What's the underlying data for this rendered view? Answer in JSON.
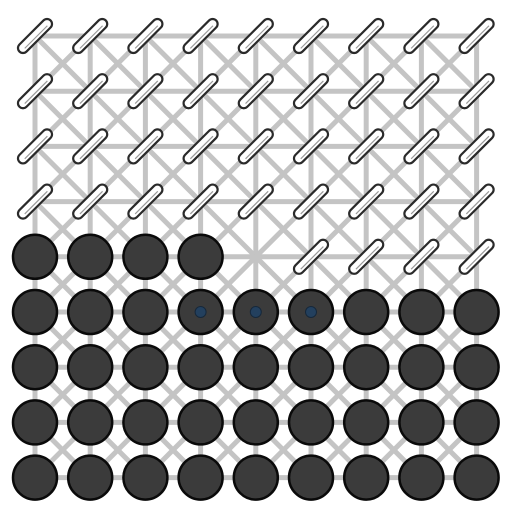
{
  "lattice": {
    "rows": 9,
    "cols": 9,
    "cell_kind": [
      [
        "rod",
        "rod",
        "rod",
        "rod",
        "rod",
        "rod",
        "rod",
        "rod",
        "rod"
      ],
      [
        "rod",
        "rod",
        "rod",
        "rod",
        "rod",
        "rod",
        "rod",
        "rod",
        "rod"
      ],
      [
        "rod",
        "rod",
        "rod",
        "rod",
        "rod",
        "rod",
        "rod",
        "rod",
        "rod"
      ],
      [
        "rod",
        "rod",
        "rod",
        "rod",
        "rod",
        "rod",
        "rod",
        "rod",
        "rod"
      ],
      [
        "sphere",
        "sphere",
        "sphere",
        "sphere",
        "empty",
        "rod",
        "rod",
        "rod",
        "rod"
      ],
      [
        "sphere",
        "sphere",
        "sphere",
        "sphere-dot",
        "sphere-dot",
        "sphere-dot",
        "sphere",
        "sphere",
        "sphere"
      ],
      [
        "sphere",
        "sphere",
        "sphere",
        "sphere",
        "sphere",
        "sphere",
        "sphere",
        "sphere",
        "sphere"
      ],
      [
        "sphere",
        "sphere",
        "sphere",
        "sphere",
        "sphere",
        "sphere",
        "sphere",
        "sphere",
        "sphere"
      ],
      [
        "sphere",
        "sphere",
        "sphere",
        "sphere",
        "sphere",
        "sphere",
        "sphere",
        "sphere",
        "sphere"
      ]
    ]
  },
  "colors": {
    "background": "#ffffff",
    "bond": "#c4c4c4",
    "sphere_fill": "#3b3b3b",
    "sphere_stroke": "#0a0a0a",
    "dot_fill": "#23405e",
    "rod_fill": "#ffffff",
    "rod_stroke": "#2a2a2a"
  }
}
